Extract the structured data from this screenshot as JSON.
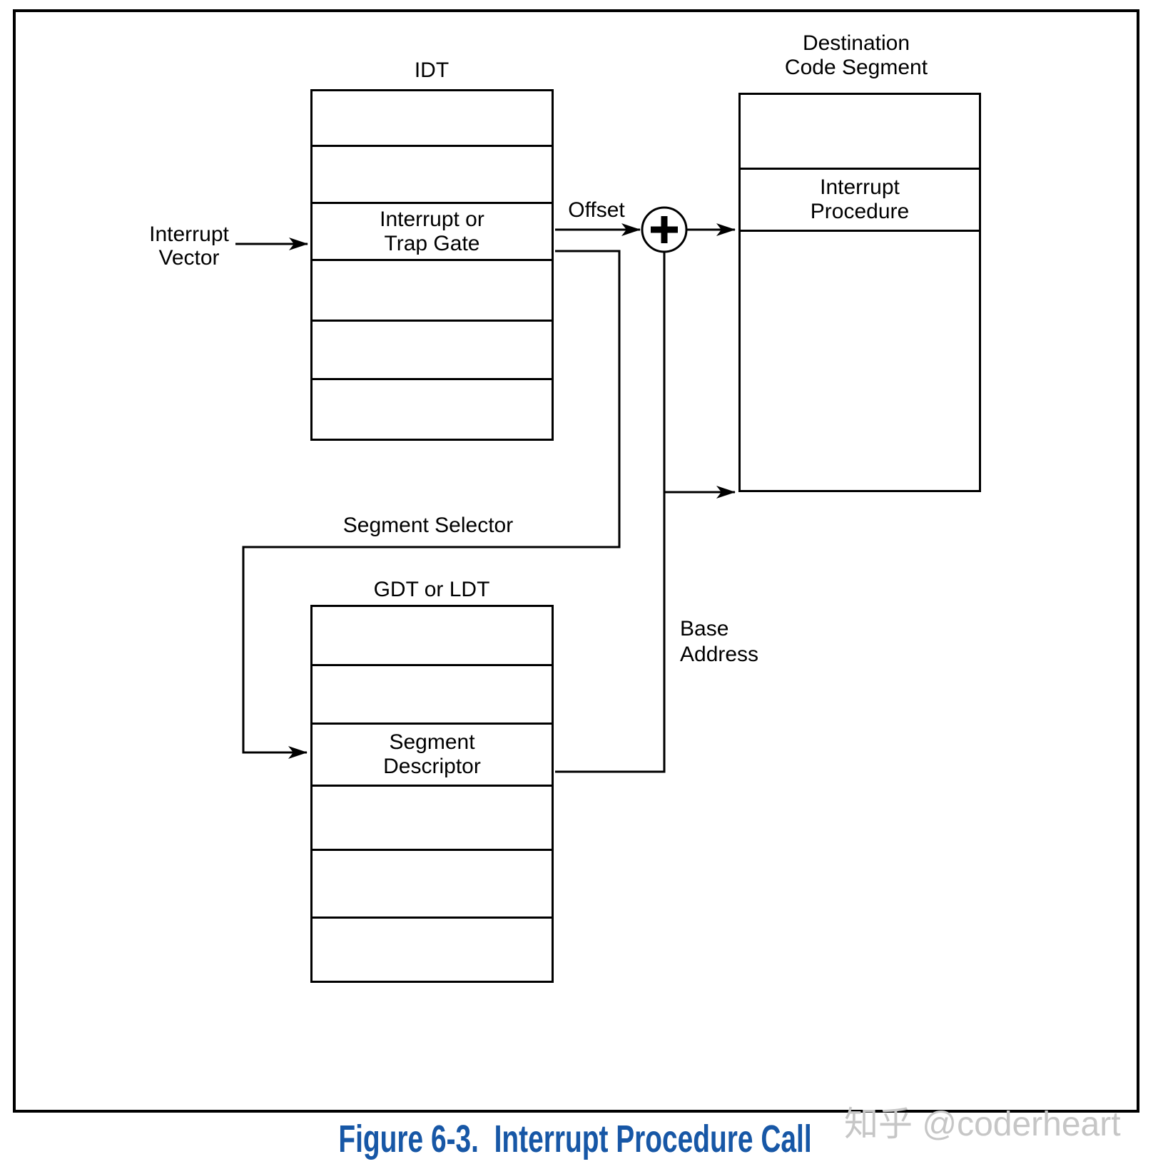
{
  "figure_caption": {
    "text": "Figure 6-3.  Interrupt Procedure Call",
    "color": "#1757a6"
  },
  "watermark": {
    "text": "知乎 @coderheart",
    "color": "#c6c6c6"
  },
  "colors": {
    "line": "#000000",
    "background": "#ffffff"
  },
  "idt": {
    "title": "IDT",
    "row_count": 6,
    "gate_row": {
      "line1": "Interrupt or",
      "line2": "Trap Gate"
    }
  },
  "gdt": {
    "title": "GDT or LDT",
    "row_count": 6,
    "descriptor_row": {
      "line1": "Segment",
      "line2": "Descriptor"
    }
  },
  "destination": {
    "title_line1": "Destination",
    "title_line2": "Code Segment",
    "row_count": 3,
    "procedure_row": {
      "line1": "Interrupt",
      "line2": "Procedure"
    }
  },
  "annotations": {
    "interrupt_vector": {
      "line1": "Interrupt",
      "line2": "Vector"
    },
    "offset": "Offset",
    "segment_selector": "Segment Selector",
    "base_address": {
      "line1": "Base",
      "line2": "Address"
    },
    "adder_symbol": "+"
  }
}
